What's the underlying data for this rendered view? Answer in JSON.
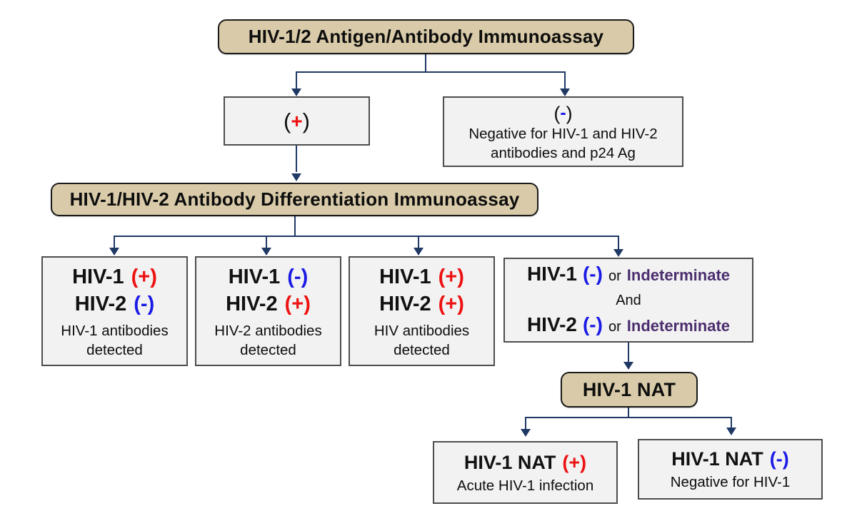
{
  "colors": {
    "tan_box": "#d9cba9",
    "gray_box": "#f2f2f2",
    "connector": "#1f3864",
    "positive_red": "#ee1111",
    "negative_blue": "#1a1ae6",
    "indeterminate_purple": "#4b2e6e"
  },
  "nodes": {
    "screening": {
      "title": "HIV-1/2 Antigen/Antibody Immunoassay"
    },
    "screen_positive": {
      "paren_open": "(",
      "sign": "+",
      "paren_close": ")"
    },
    "screen_negative": {
      "paren_open": "(",
      "sign": "-",
      "paren_close": ")",
      "body_line1": "Negative for HIV-1 and HIV-2",
      "body_line2": "antibodies and p24 Ag"
    },
    "differentiation": {
      "title": "HIV-1/HIV-2 Antibody Differentiation Immunoassay"
    },
    "result_hiv1": {
      "line1_label": "HIV-1",
      "line1_sign": "(+)",
      "line2_label": "HIV-2",
      "line2_sign": "(-)",
      "body_line1": "HIV-1 antibodies",
      "body_line2": "detected"
    },
    "result_hiv2": {
      "line1_label": "HIV-1",
      "line1_sign": "(-)",
      "line2_label": "HIV-2",
      "line2_sign": "(+)",
      "body_line1": "HIV-2 antibodies",
      "body_line2": "detected"
    },
    "result_both": {
      "line1_label": "HIV-1",
      "line1_sign": "(+)",
      "line2_label": "HIV-2",
      "line2_sign": "(+)",
      "body_line1": "HIV antibodies",
      "body_line2": "detected"
    },
    "result_indeterminate": {
      "line1_label": "HIV-1",
      "line1_sign": "(-)",
      "line1_or": "or",
      "line1_ind": "Indeterminate",
      "and_text": "And",
      "line2_label": "HIV-2",
      "line2_sign": "(-)",
      "line2_or": "or",
      "line2_ind": "Indeterminate"
    },
    "nat": {
      "title": "HIV-1 NAT"
    },
    "nat_positive": {
      "title_label": "HIV-1 NAT",
      "title_sign": "(+)",
      "body": "Acute HIV-1 infection"
    },
    "nat_negative": {
      "title_label": "HIV-1 NAT",
      "title_sign": "(-)",
      "body": "Negative for HIV-1"
    }
  }
}
